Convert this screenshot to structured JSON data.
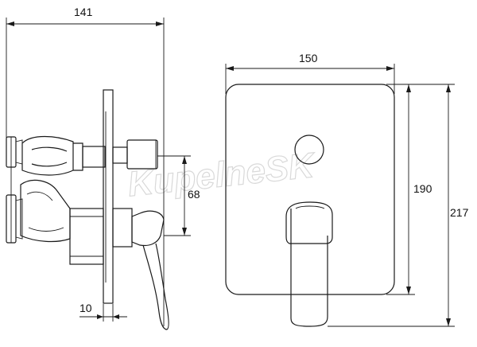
{
  "watermark": "KupelneSK",
  "dimensions": {
    "side_width": "141",
    "side_offset": "68",
    "side_plate_thickness": "10",
    "front_width": "150",
    "front_plate_height": "190",
    "front_total_height": "217"
  },
  "colors": {
    "line": "#1a1a1a",
    "watermark": "#d9d9d9",
    "background": "#ffffff"
  }
}
